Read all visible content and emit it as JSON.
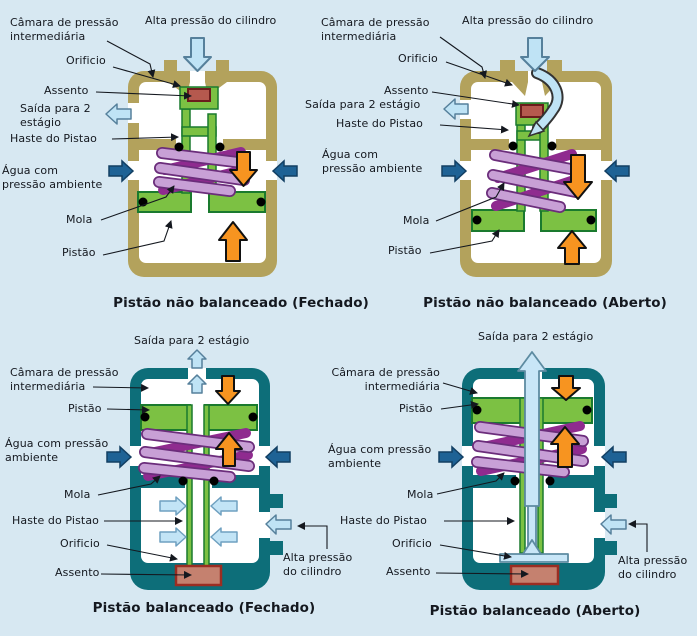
{
  "background": "#d7e8f2",
  "palette": {
    "body_tan": "#b3a25c",
    "body_teal": "#0d6e79",
    "piston_green": "#7cc143",
    "green_outline": "#1a7a2e",
    "spring_light": "#c8a0d6",
    "spring_dark": "#8f2b8f",
    "orange_arrow": "#f79420",
    "ambient_water_blue": "#1e6295",
    "air_light_blue": "#bfe3f5",
    "seat_red": "#b5594e",
    "seat_salmon": "#c5816f",
    "label_color": "#14181f"
  },
  "panels": [
    {
      "id": "unbalanced-closed",
      "caption": "Pistão não balanceado (Fechado)",
      "labels": {
        "alta": "Alta pressão do cilindro",
        "camara": "Câmara de pressão\nintermediária",
        "orificio": "Orificio",
        "assento": "Assento",
        "saida": "Saída para 2\nestágio",
        "haste": "Haste do Pistao",
        "agua": "Água com\npressão ambiente",
        "mola": "Mola",
        "pistao": "Pistão"
      }
    },
    {
      "id": "unbalanced-open",
      "caption": "Pistão não balanceado (Aberto)",
      "labels": {
        "alta": "Alta pressão do cilindro",
        "camara": "Câmara de pressão\nintermediária",
        "orificio": "Orificio",
        "assento": "Assento",
        "saida": "Saída para 2 estágio",
        "haste": "Haste do Pistao",
        "agua": "Água com\npressão ambiente",
        "mola": "Mola",
        "pistao": "Pistão"
      }
    },
    {
      "id": "balanced-closed",
      "caption": "Pistão balanceado (Fechado)",
      "labels": {
        "saida": "Saída para 2 estágio",
        "camara": "Câmara de pressão\nintermediária",
        "pistao": "Pistão",
        "agua": "Água com pressão\nambiente",
        "mola": "Mola",
        "haste": "Haste do Pistao",
        "orificio": "Orificio",
        "assento": "Assento",
        "alta": "Alta pressão\ndo cilindro"
      }
    },
    {
      "id": "balanced-open",
      "caption": "Pistão balanceado (Aberto)",
      "labels": {
        "saida": "Saída para 2 estágio",
        "camara": "Câmara de pressão\nintermediária",
        "pistao": "Pistão",
        "agua": "Água com pressão\nambiente",
        "mola": "Mola",
        "haste": "Haste do Pistao",
        "orificio": "Orificio",
        "assento": "Assento",
        "alta": "Alta pressão\ndo cilindro"
      }
    }
  ]
}
